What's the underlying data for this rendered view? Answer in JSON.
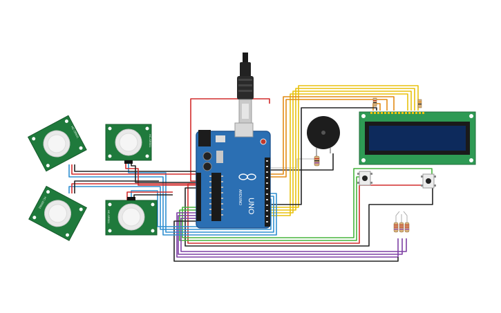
{
  "diagram": {
    "board": {
      "logo_text": "UNO",
      "brand_text": "ARDUINO"
    },
    "pir_label": "HC-SR501",
    "colors": {
      "board": "#2b6fb3",
      "board_dark": "#1f5592",
      "pir_pcb": "#1f7a3c",
      "lens": "#e9e9e9",
      "lcd_pcb": "#2e9a54",
      "lcd_screen": "#0d2a5c",
      "wire_red": "#d22b2b",
      "wire_black": "#222222",
      "wire_blue": "#2f8fd1",
      "wire_yellow": "#e8c10c",
      "wire_orange": "#e28a14",
      "wire_green": "#45b33a",
      "wire_purple": "#7d3fa3",
      "wire_white": "#dddddd"
    },
    "icons": [
      "usb-cable-icon",
      "buzzer-icon",
      "resistor-icon",
      "pushbutton-icon",
      "led-icon"
    ]
  }
}
